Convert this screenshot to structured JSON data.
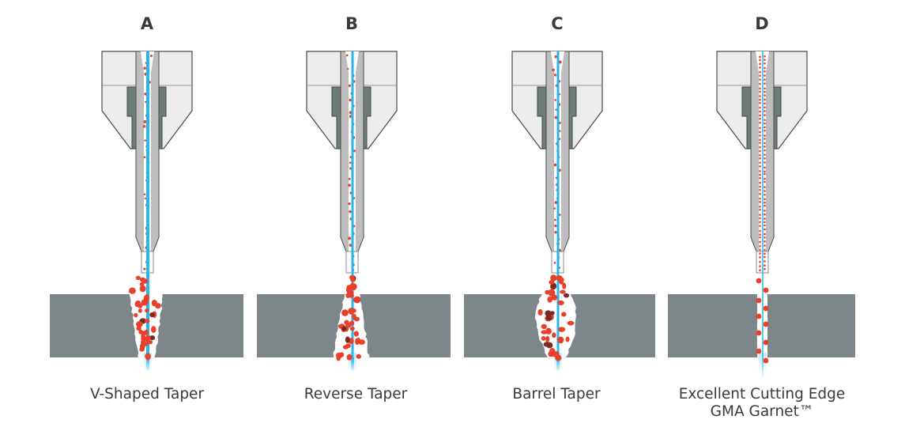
{
  "panels": [
    {
      "letter": "A",
      "caption": [
        "V-Shaped Taper"
      ],
      "kerf": "v-shaped"
    },
    {
      "letter": "B",
      "caption": [
        "Reverse Taper"
      ],
      "kerf": "reverse"
    },
    {
      "letter": "C",
      "caption": [
        "Barrel Taper"
      ],
      "kerf": "barrel"
    },
    {
      "letter": "D",
      "caption": [
        "Excellent Cutting Edge",
        "GMA Garnet™"
      ],
      "kerf": "straight"
    }
  ],
  "colors": {
    "abrasive": "#e8402a",
    "workpiece": "#7d8789",
    "nozzle_body": "#ececec",
    "nozzle_insert": "#6d7c77",
    "focusing_tube": "#bdbdbd",
    "water_jet": "#29b6e8",
    "outline": "#4a4a4a"
  }
}
